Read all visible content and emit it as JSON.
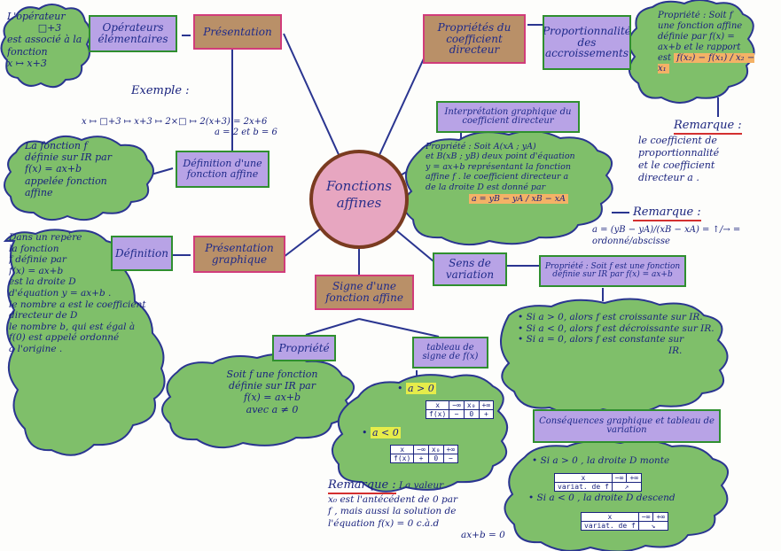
{
  "center": {
    "line1": "Fonctions",
    "line2": "affines"
  },
  "nodes": {
    "presentation": "Présentation",
    "operateurs": "Opérateurs élémentaires",
    "definition_fonction": "Définition d'une fonction affine",
    "presentation_graphique": "Présentation graphique",
    "definition": "Définition",
    "proprietes_coef": "Propriétés du coefficient directeur",
    "proportionnalite": "Proportionnalité des accroissements",
    "interpretation": "Interprétation graphique du coefficient directeur",
    "sens_variation": "Sens de variation",
    "signe": "Signe d'une fonction affine",
    "propriete": "Propriété",
    "tableau_signe": "tableau de signe de f(x)",
    "consequences": "Conséquences graphique et tableau de variation",
    "propriete_sens": "Propriété : Soit f est une fonction définie sur IR par f(x) = ax+b"
  },
  "texts": {
    "operateur_cloud": [
      "L'opérateur",
      "est associé à la",
      "fonction",
      "x ↦ x+3"
    ],
    "operateur_box": "□+3",
    "exemple_title": "Exemple :",
    "exemple_line1": "x ↦ □+3 ↦ x+3 ↦ 2×□ ↦ 2(x+3) = 2x+6",
    "exemple_line2": "a = 2  et  b = 6",
    "fonction_cloud": [
      "La fonction f",
      "définie sur IR par",
      "f(x) = ax+b",
      "appelée fonction",
      "affine"
    ],
    "graph_cloud": [
      "Dans un repère",
      "la fonction",
      "f définie par",
      "f(x) = ax+b",
      "est la droite D",
      "d'équation  y = ax+b .",
      "le nombre a est le coefficient",
      "directeur de D",
      "le nombre b, qui est égal à",
      "f(0) est appelé ordonné",
      "à l'origine ."
    ],
    "propriete_cloud": [
      "Soit f une fonction",
      "définie sur IR par",
      "f(x) = ax+b",
      "avec a ≠ 0"
    ],
    "signe_a_pos": "a > 0",
    "signe_a_neg": "a < 0",
    "prop_accr_cloud": [
      "Propriété : Soit f",
      "une fonction affine",
      "définie par f(x) =",
      "ax+b  et le rapport",
      "est"
    ],
    "prop_accr_formula": "f(x₂) − f(x₁) / x₂ − x₁",
    "interp_cloud": [
      "Propriété : Soit A(xA ; yA)",
      "et B(xB ; yB) deux point d'équation",
      "y = ax+b représentant la fonction",
      "affine f . le coefficient directeur a",
      "de la droite D est donné par"
    ],
    "interp_formula": "a = yB − yA / xB − xA",
    "sens_cloud": [
      "• Si a > 0, alors f est croissante sur IR.",
      "• Si a < 0, alors f est décroissante sur IR.",
      "• Si a = 0, alors f est constante sur",
      "IR."
    ],
    "cons_cloud_1": "• Si a > 0 , la droite D monte",
    "cons_cloud_2": "• Si a < 0 , la droite D descend",
    "tab_x": "x",
    "tab_var": "variat. de f",
    "tab_inf_neg": "−∞",
    "tab_inf_pos": "+∞"
  },
  "remarques": {
    "r1_title": "Remarque :",
    "r1_body": [
      "le coefficient de",
      "proportionnalité",
      "et le coefficient",
      "directeur a ."
    ],
    "r2_title": "Remarque :",
    "r2_body": "a = (yB − yA)/(xB − xA) = ↑/→ = ordonné/abscisse",
    "r3_title": "Remarque :",
    "r3_body": [
      "La valeur",
      "x₀ est l'antécédent de 0 par",
      "f , mais aussi la solution de",
      "l'équation  f(x) = 0  c.à.d",
      "ax+b = 0"
    ]
  },
  "colors": {
    "brown_node": "#b99068",
    "lavender_node": "#b8a3e6",
    "cloud": "#7fbf6a",
    "center": "#e7a6c0",
    "lines": "#2a3590"
  }
}
